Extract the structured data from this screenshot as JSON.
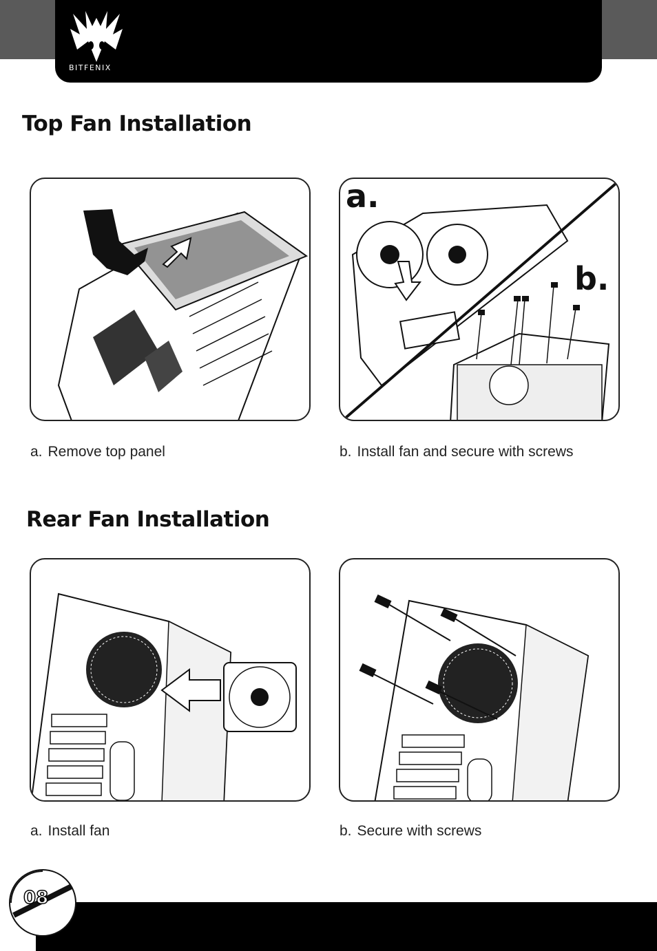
{
  "header": {
    "brand": "BITFENIX"
  },
  "sections": [
    {
      "title": "Top Fan Installation",
      "panel_labels": {
        "a": "a.",
        "b": "b."
      },
      "steps": [
        {
          "letter": "a.",
          "text": "Remove top panel"
        },
        {
          "letter": "b.",
          "text": "Install fan and secure with screws"
        }
      ]
    },
    {
      "title": "Rear Fan Installation",
      "steps": [
        {
          "letter": "a.",
          "text": "Install fan"
        },
        {
          "letter": "b.",
          "text": "Secure with screws"
        }
      ]
    }
  ],
  "footer": {
    "page_number": "08"
  }
}
